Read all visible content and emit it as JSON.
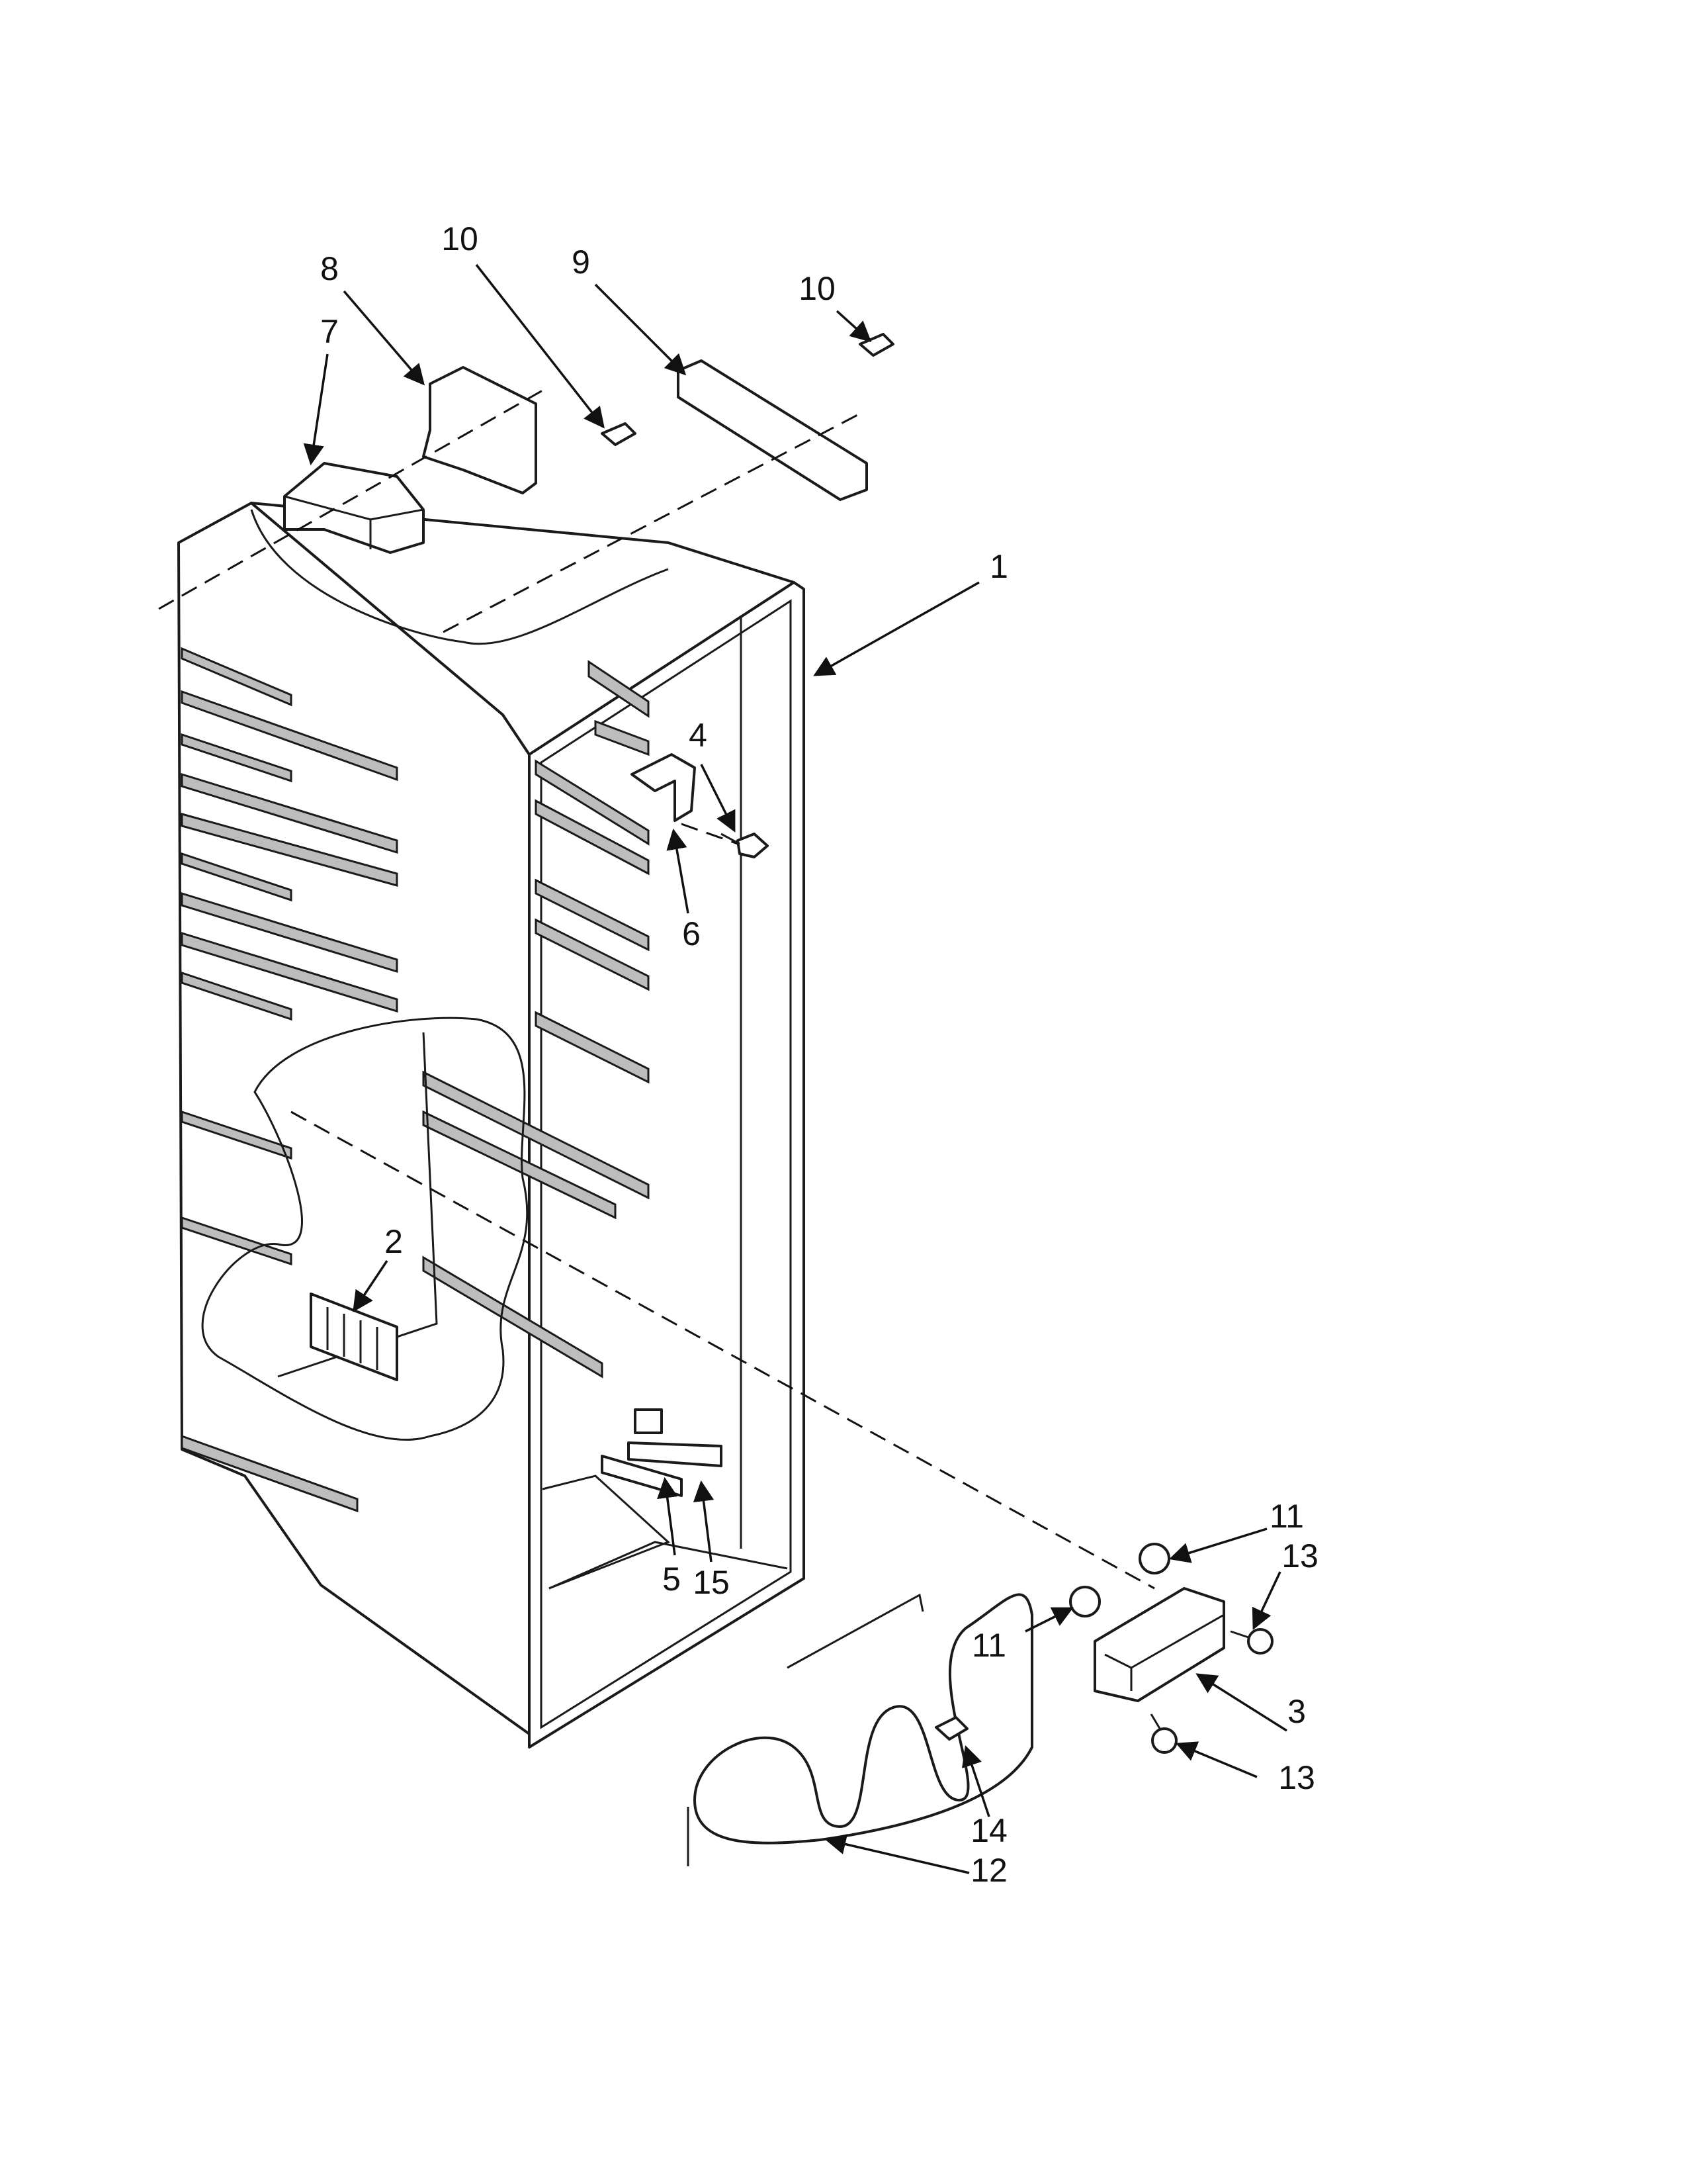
{
  "diagram": {
    "callouts": [
      {
        "id": "c1",
        "label": "1"
      },
      {
        "id": "c2",
        "label": "2"
      },
      {
        "id": "c3",
        "label": "3"
      },
      {
        "id": "c4",
        "label": "4"
      },
      {
        "id": "c5",
        "label": "5"
      },
      {
        "id": "c6",
        "label": "6"
      },
      {
        "id": "c7",
        "label": "7"
      },
      {
        "id": "c8",
        "label": "8"
      },
      {
        "id": "c9",
        "label": "9"
      },
      {
        "id": "c10a",
        "label": "10"
      },
      {
        "id": "c10b",
        "label": "10"
      },
      {
        "id": "c11a",
        "label": "11"
      },
      {
        "id": "c11b",
        "label": "11"
      },
      {
        "id": "c12",
        "label": "12"
      },
      {
        "id": "c13a",
        "label": "13"
      },
      {
        "id": "c13b",
        "label": "13"
      },
      {
        "id": "c14",
        "label": "14"
      },
      {
        "id": "c15",
        "label": "15"
      }
    ]
  }
}
